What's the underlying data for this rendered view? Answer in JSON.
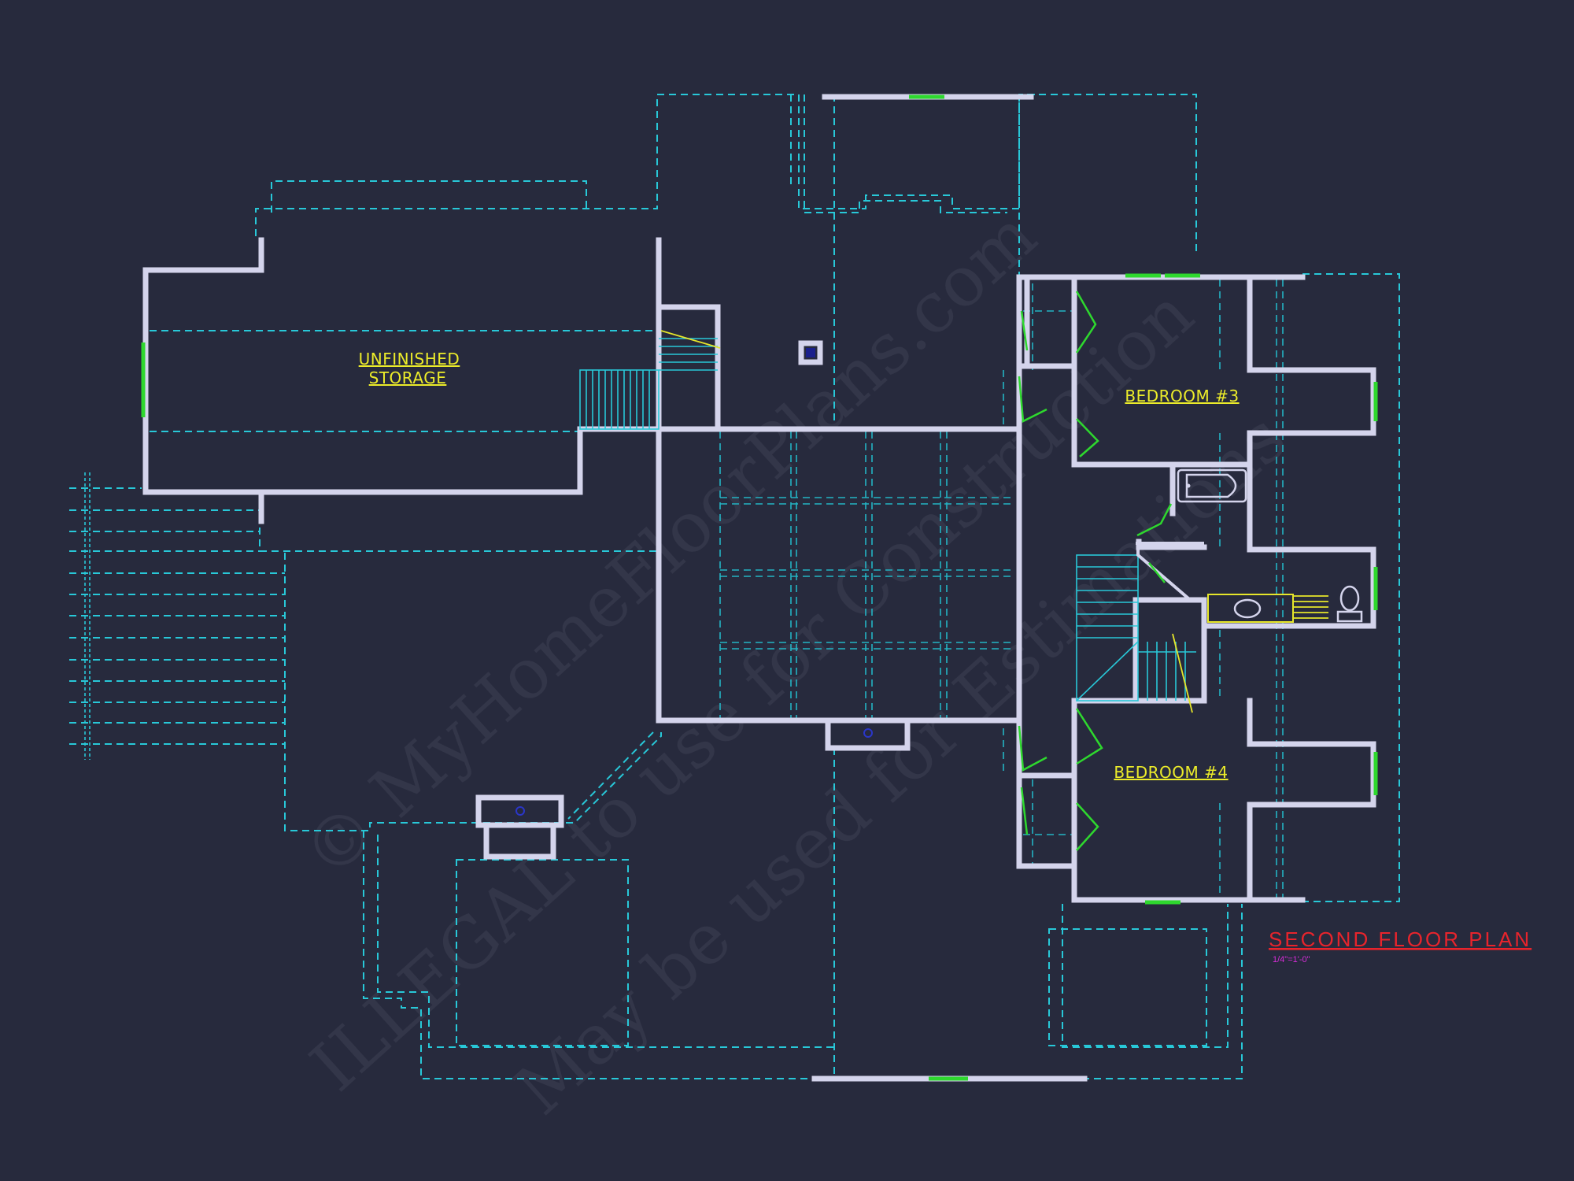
{
  "plan": {
    "title": "SECOND FLOOR PLAN",
    "scale": "1/4\"=1'-0\"",
    "rooms": {
      "storage_line1": "UNFINISHED",
      "storage_line2": "STORAGE",
      "bedroom3": "BEDROOM #3",
      "bedroom4": "BEDROOM #4"
    },
    "watermark": {
      "line1": "© MyHomeFloorPlans.com",
      "line2": "ILLEGAL to use for Construction",
      "line3": "May be used for Estimations"
    },
    "colors": {
      "background": "#272a3d",
      "walls": "#d4d4ec",
      "hidden_lines": "#28c8d8",
      "windows": "#2ed82e",
      "room_labels": "#ecec2a",
      "title": "#e8242c",
      "scale": "#d82cd8"
    }
  }
}
